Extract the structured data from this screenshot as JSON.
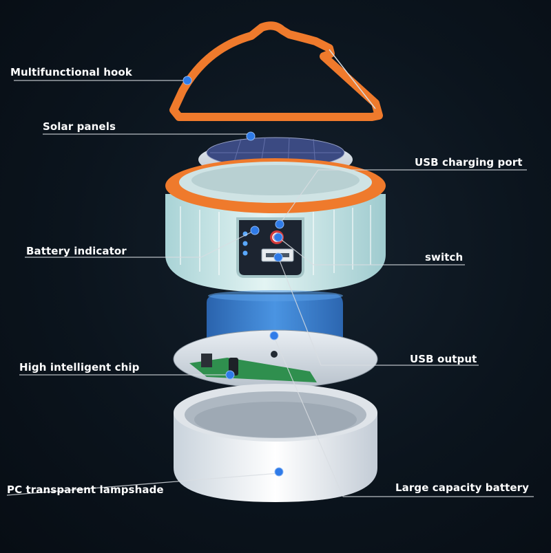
{
  "callouts": {
    "hook": "Multifunctional hook",
    "solar": "Solar panels",
    "usb_charging": "USB charging port",
    "battery_indicator": "Battery indicator",
    "switch": "switch",
    "chip": "High intelligent chip",
    "usb_output": "USB output",
    "lampshade": "PC transparent lampshade",
    "battery": "Large capacity battery"
  },
  "colors": {
    "background": "#0b141d",
    "hook_orange": "#ef7a2c",
    "body_mint": "#c9e6e6",
    "battery_blue": "#3a7fd0",
    "marker_blue": "#2f7be8",
    "leader_line": "#d8dde2"
  }
}
